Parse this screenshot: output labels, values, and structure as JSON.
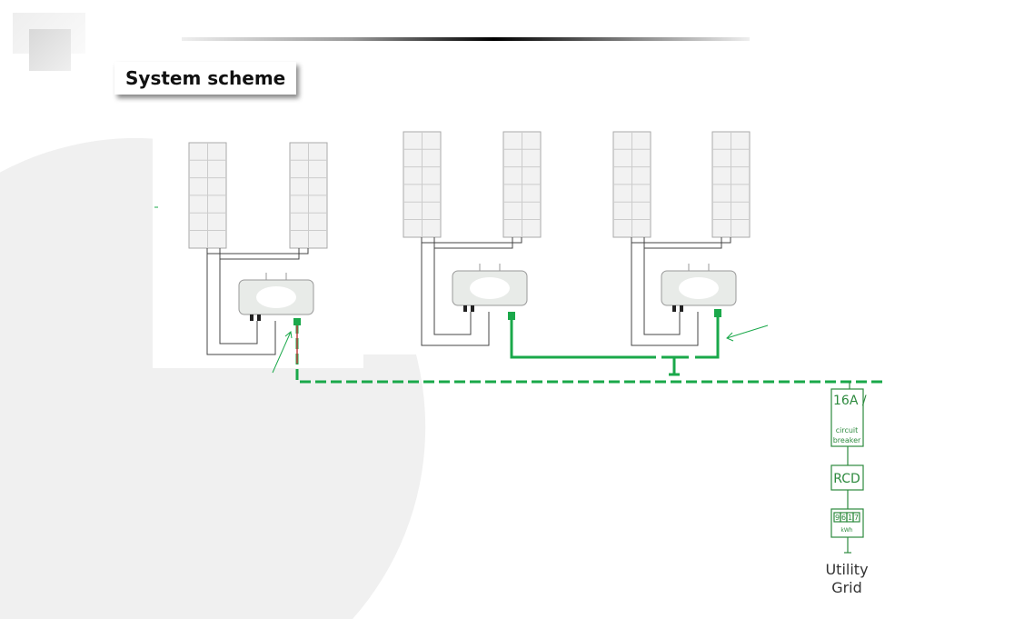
{
  "title": "System scheme",
  "breaker": {
    "rating": "16A /",
    "label_line1": "circuit",
    "label_line2": "breaker"
  },
  "rcd": "RCD",
  "meter": {
    "digits": [
      "9",
      "6",
      "1",
      "7"
    ],
    "unit": "kWh"
  },
  "grid": {
    "line1": "Utility",
    "line2": "Grid"
  },
  "colors": {
    "wire_green": "#1aa84a",
    "label_green": "#2d8a3e"
  }
}
